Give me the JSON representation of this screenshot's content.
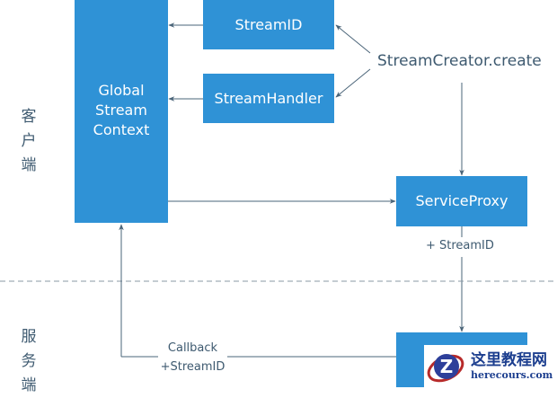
{
  "diagram": {
    "sections": {
      "client_label": "客\n户\n端",
      "server_label": "服\n务\n端"
    },
    "nodes": {
      "global_stream_context": "Global\nStream\nContext",
      "stream_id": "StreamID",
      "stream_handler": "StreamHandler",
      "stream_creator": "StreamCreator.create",
      "service_proxy": "ServiceProxy",
      "server_node": ""
    },
    "edge_labels": {
      "proxy_to_server": "+ StreamID",
      "callback_line1": "Callback",
      "callback_line2": "+StreamID"
    },
    "colors": {
      "box": "#2f92d6",
      "line": "#4a6478",
      "text": "#3e5a70",
      "divider": "#8a9aa6"
    }
  },
  "watermark": {
    "cn": "这里教程网",
    "en": "herecours.com"
  }
}
